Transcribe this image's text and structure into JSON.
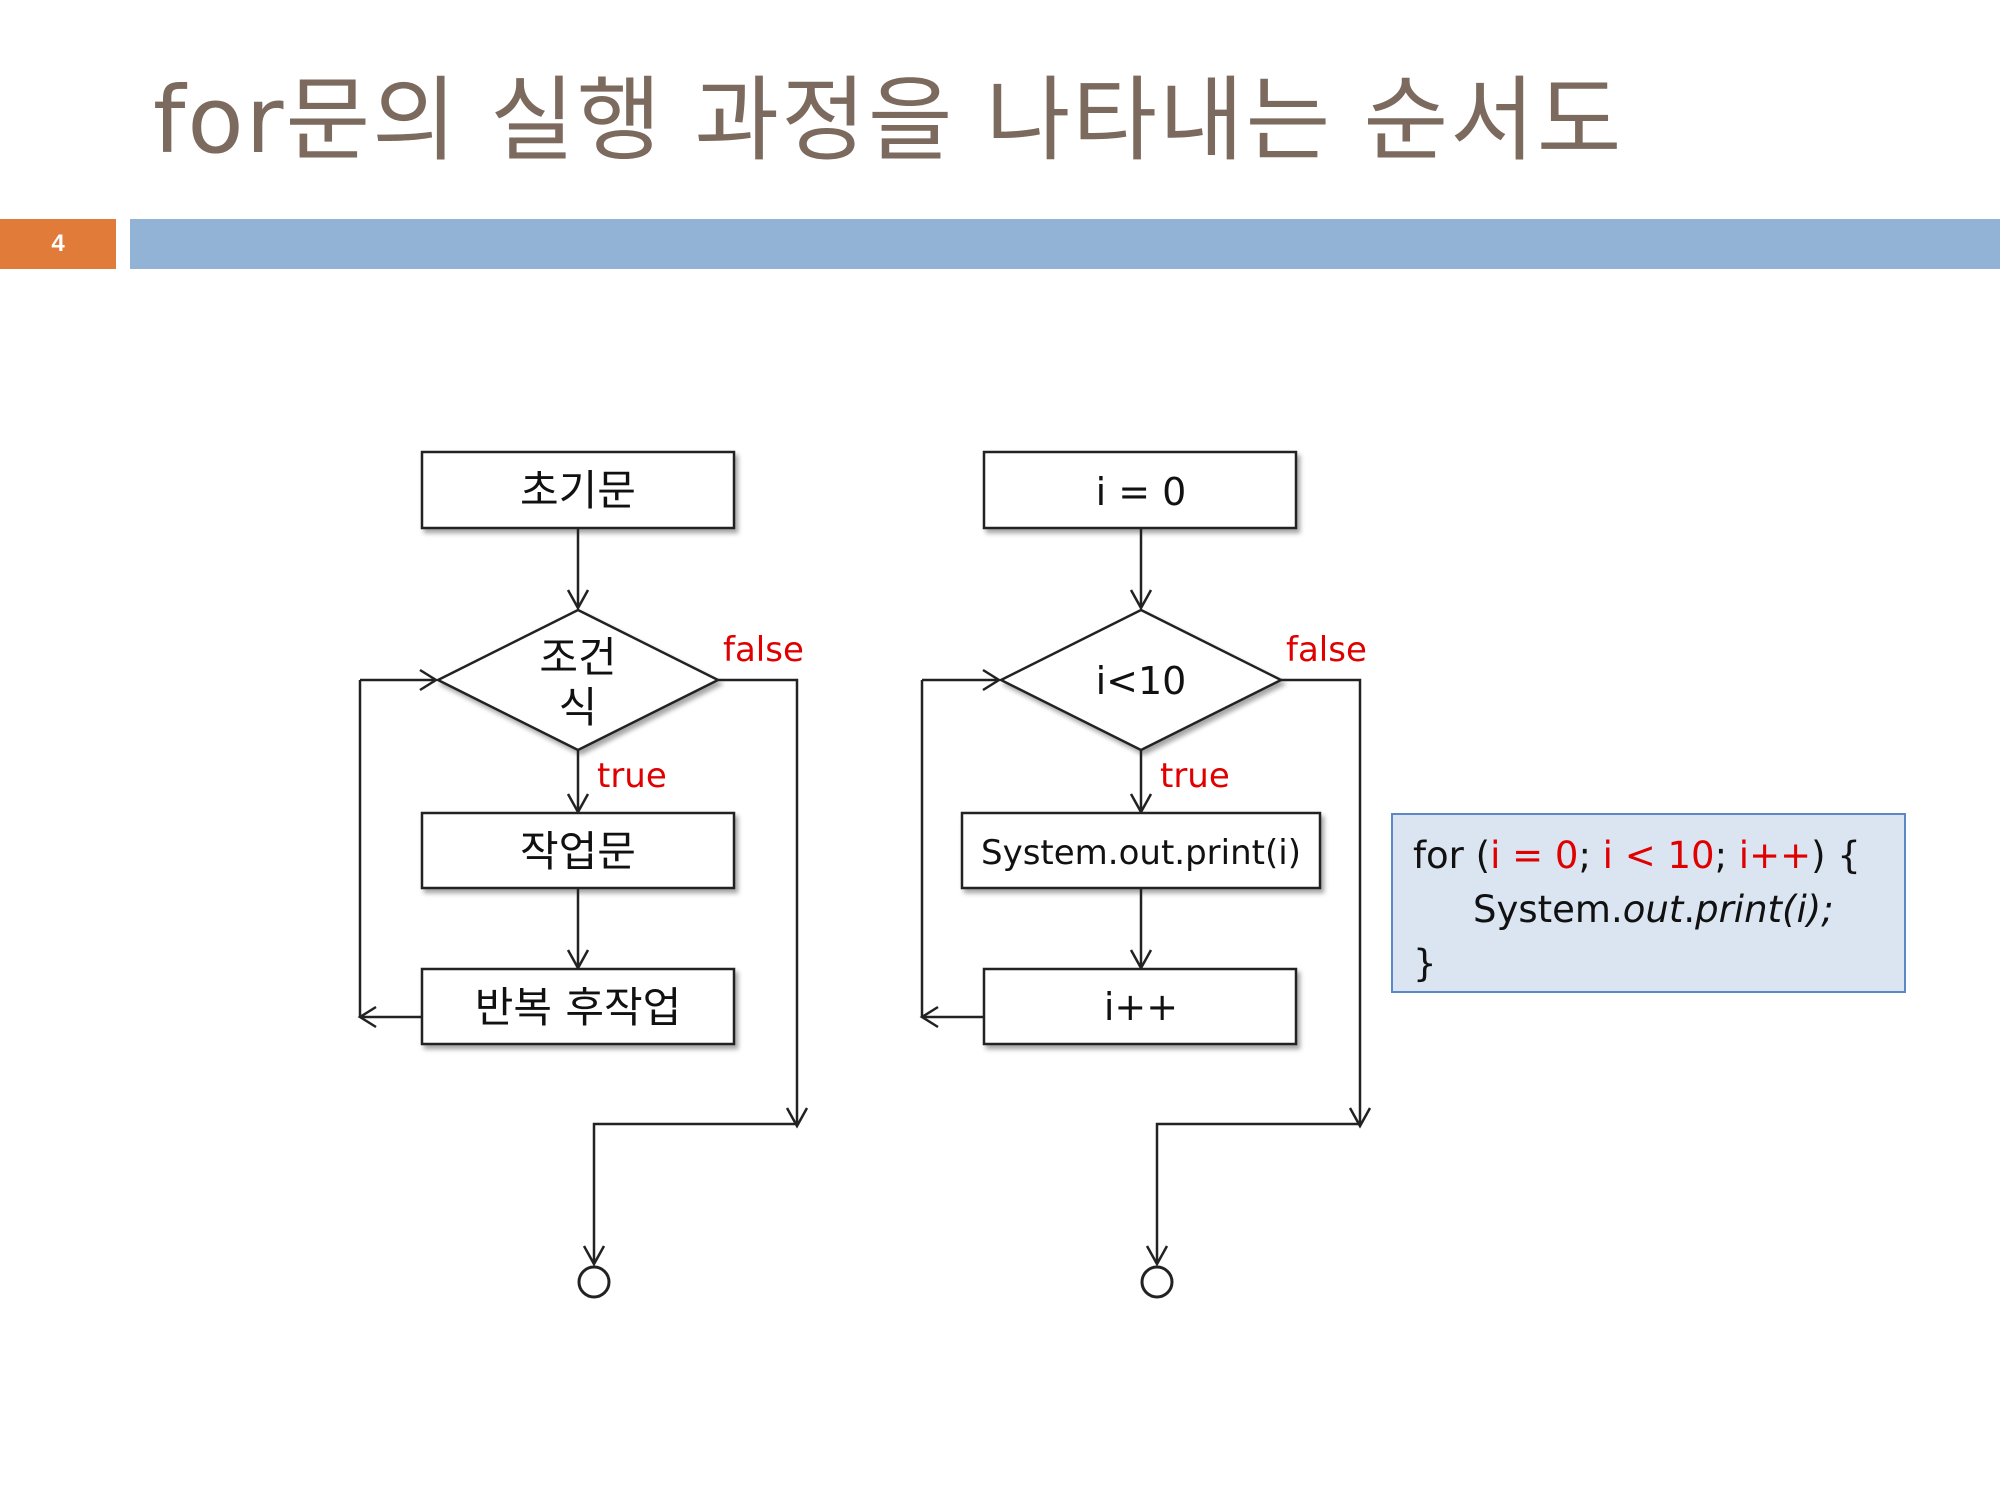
{
  "title": "for문의 실행 과정을 나타내는 순서도",
  "page_number": "4",
  "colors": {
    "title": "#7b6a5d",
    "accent_orange": "#e07b39",
    "accent_blue": "#93b3d6",
    "label_red": "#e00000",
    "code_bg": "#dbe5f1",
    "code_border": "#5b89c6"
  },
  "flowchart_generic": {
    "init": "초기문",
    "condition_line1": "조건",
    "condition_line2": "식",
    "body": "작업문",
    "update": "반복 후작업",
    "false_label": "false",
    "true_label": "true"
  },
  "flowchart_concrete": {
    "init": "i = 0",
    "condition": "i<10",
    "body": "System.out.print(i)",
    "update": "i++",
    "false_label": "false",
    "true_label": "true"
  },
  "code": {
    "for_keyword": "for (",
    "init": "i = 0",
    "sep1": "; ",
    "cond": "i < 10",
    "sep2": "; ",
    "update": "i++",
    "close": ") {",
    "body_prefix": "System.",
    "body_out": "out",
    "body_dot": ".",
    "body_print": "print(i)",
    "body_semicolon": ";",
    "end": "}"
  }
}
